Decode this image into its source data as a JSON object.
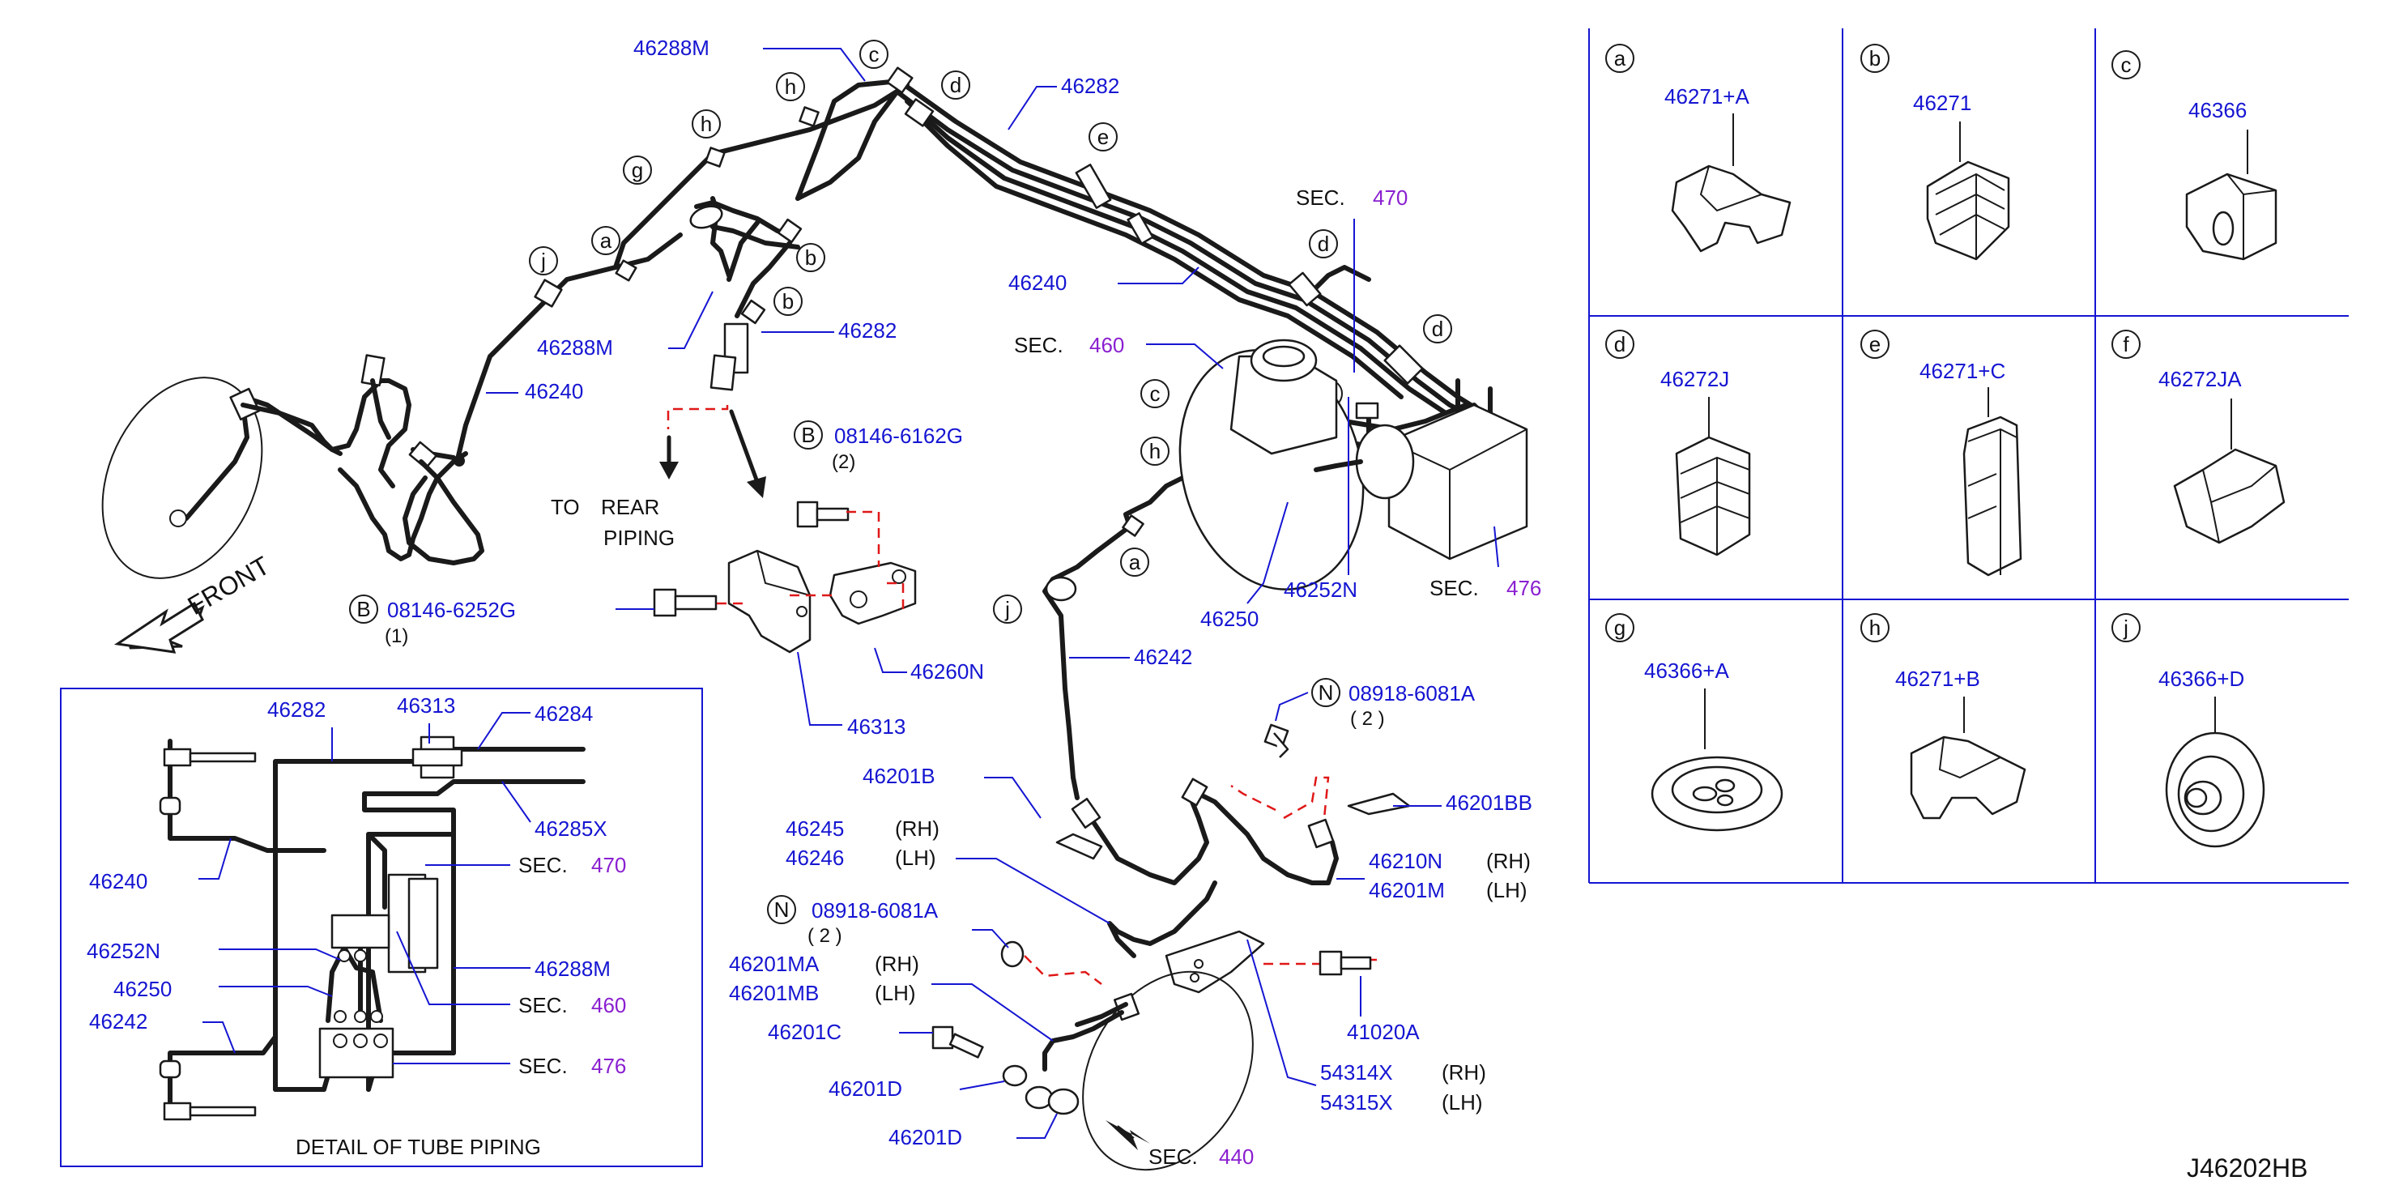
{
  "diagram_id": "J46202HB",
  "front_label": "FRONT",
  "to_rear": {
    "line1": "TO",
    "line2": "REAR",
    "line3": "PIPING"
  },
  "detail_title": "DETAIL  OF  TUBE  PIPING",
  "sec_word": "SEC.",
  "secs": {
    "s470": "470",
    "s460": "460",
    "s476": "476",
    "s440": "440"
  },
  "bolt_labels": {
    "b1_letter": "B",
    "b1_code": "08146-6162G",
    "b1_qty": "(2)",
    "b2_letter": "B",
    "b2_code": "08146-6252G",
    "b2_qty": "(1)",
    "n1_letter": "N",
    "n1_code": "08918-6081A",
    "n1_qty": "( 2    )",
    "n2_letter": "N",
    "n2_code": "08918-6081A",
    "n2_qty": "( 2    )"
  },
  "parts": {
    "p46288M": "46288M",
    "p46282": "46282",
    "p46240": "46240",
    "p46242": "46242",
    "p46250": "46250",
    "p46252N": "46252N",
    "p46313": "46313",
    "p46260N": "46260N",
    "p46201B": "46201B",
    "p46201BB": "46201BB",
    "p46245": "46245",
    "p46246": "46246",
    "p46210N": "46210N",
    "p46201M": "46201M",
    "p46201MA": "46201MA",
    "p46201MB": "46201MB",
    "p46201C": "46201C",
    "p46201D": "46201D",
    "p41020A": "41020A",
    "p54314X": "54314X",
    "p54315X": "54315X",
    "p46284": "46284",
    "p46285X": "46285X"
  },
  "sides": {
    "rh": "(RH)",
    "lh": "(LH)"
  },
  "callout_letters": [
    "a",
    "b",
    "c",
    "d",
    "e",
    "f",
    "g",
    "h",
    "j"
  ],
  "clip_grid": [
    {
      "letter": "a",
      "part": "46271+A"
    },
    {
      "letter": "b",
      "part": "46271"
    },
    {
      "letter": "c",
      "part": "46366"
    },
    {
      "letter": "d",
      "part": "46272J"
    },
    {
      "letter": "e",
      "part": "46271+C"
    },
    {
      "letter": "f",
      "part": "46272JA"
    },
    {
      "letter": "g",
      "part": "46366+A"
    },
    {
      "letter": "h",
      "part": "46271+B"
    },
    {
      "letter": "j",
      "part": "46366+D"
    }
  ],
  "colors": {
    "part_number": "#1515d2",
    "section_number": "#8a1fd0",
    "connector": "#e01818",
    "line": "#1a1a1a"
  }
}
